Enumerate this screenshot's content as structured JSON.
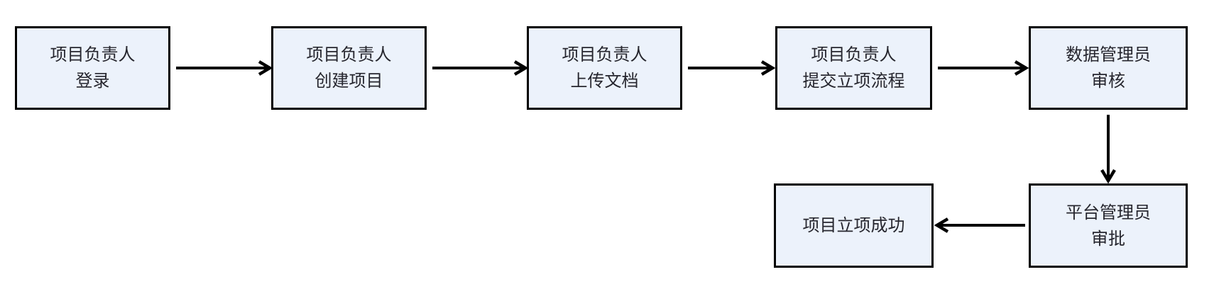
{
  "diagram": {
    "type": "flowchart",
    "colors": {
      "node_fill": "#ecf2fb",
      "node_border": "#000000",
      "arrow": "#000000",
      "text": "#26262e",
      "background": "#ffffff"
    },
    "nodes": [
      {
        "id": "login",
        "lines": [
          "项目负责人",
          "登录"
        ]
      },
      {
        "id": "create-project",
        "lines": [
          "项目负责人",
          "创建项目"
        ]
      },
      {
        "id": "upload-docs",
        "lines": [
          "项目负责人",
          "上传文档"
        ]
      },
      {
        "id": "submit-approval-flow",
        "lines": [
          "项目负责人",
          "提交立项流程"
        ]
      },
      {
        "id": "data-admin-review",
        "lines": [
          "数据管理员",
          "审核"
        ]
      },
      {
        "id": "platform-admin-approve",
        "lines": [
          "平台管理员",
          "审批"
        ]
      },
      {
        "id": "project-approved",
        "lines": [
          "项目立项成功"
        ]
      }
    ],
    "edges": [
      {
        "from": "login",
        "to": "create-project"
      },
      {
        "from": "create-project",
        "to": "upload-docs"
      },
      {
        "from": "upload-docs",
        "to": "submit-approval-flow"
      },
      {
        "from": "submit-approval-flow",
        "to": "data-admin-review"
      },
      {
        "from": "data-admin-review",
        "to": "platform-admin-approve"
      },
      {
        "from": "platform-admin-approve",
        "to": "project-approved"
      }
    ]
  }
}
